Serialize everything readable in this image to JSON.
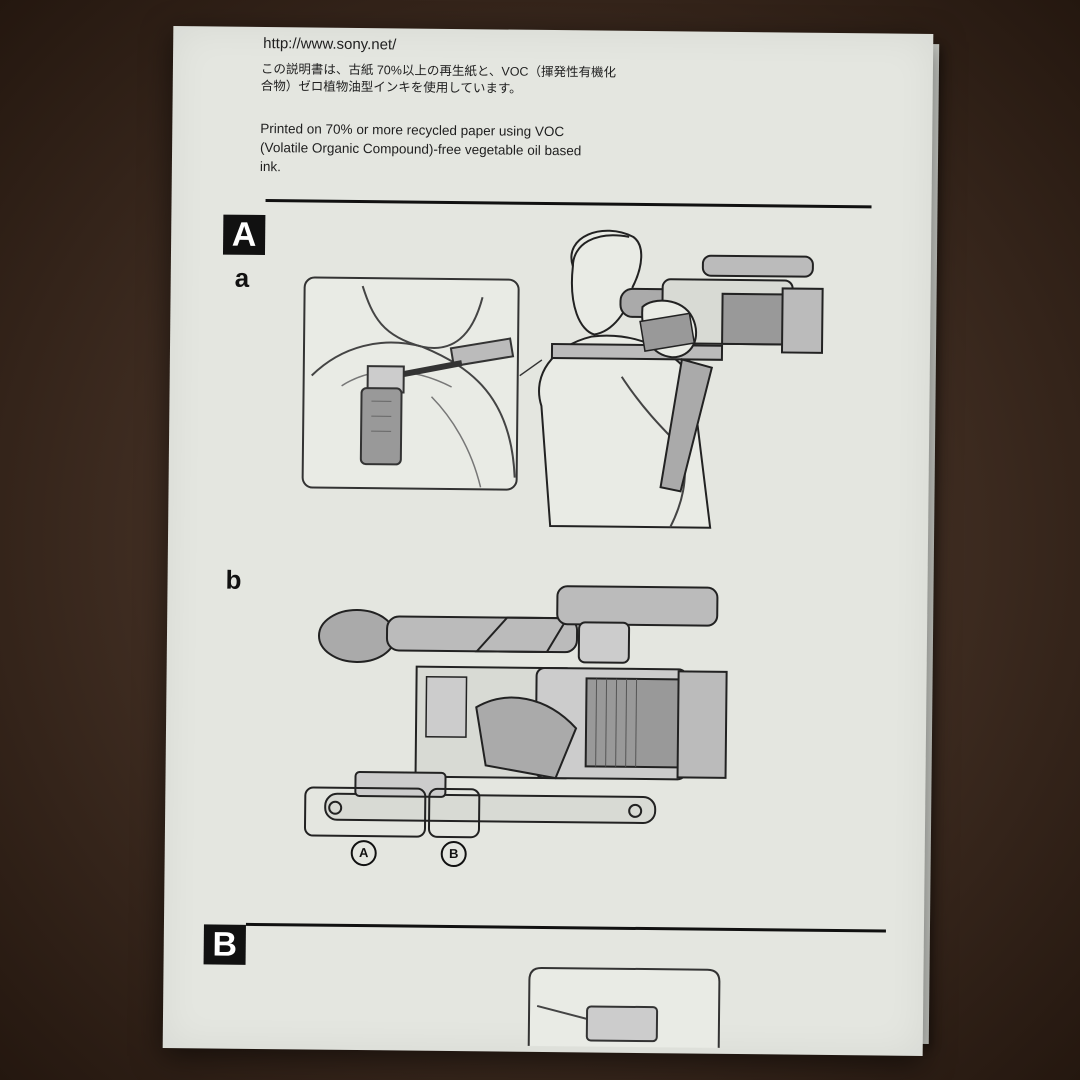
{
  "header": {
    "url": "http://www.sony.net/",
    "jp_notice": "この説明書は、古紙 70%以上の再生紙と、VOC（揮発性有機化合物）ゼロ植物油型インキを使用しています。",
    "en_notice": "Printed on 70% or more recycled paper using VOC (Volatile Organic Compound)-free vegetable oil based ink."
  },
  "sections": {
    "a_label": "A",
    "b_label": "B",
    "sub_a": "a",
    "sub_b": "b"
  },
  "callouts": {
    "circle_a": "A",
    "circle_b": "B"
  }
}
